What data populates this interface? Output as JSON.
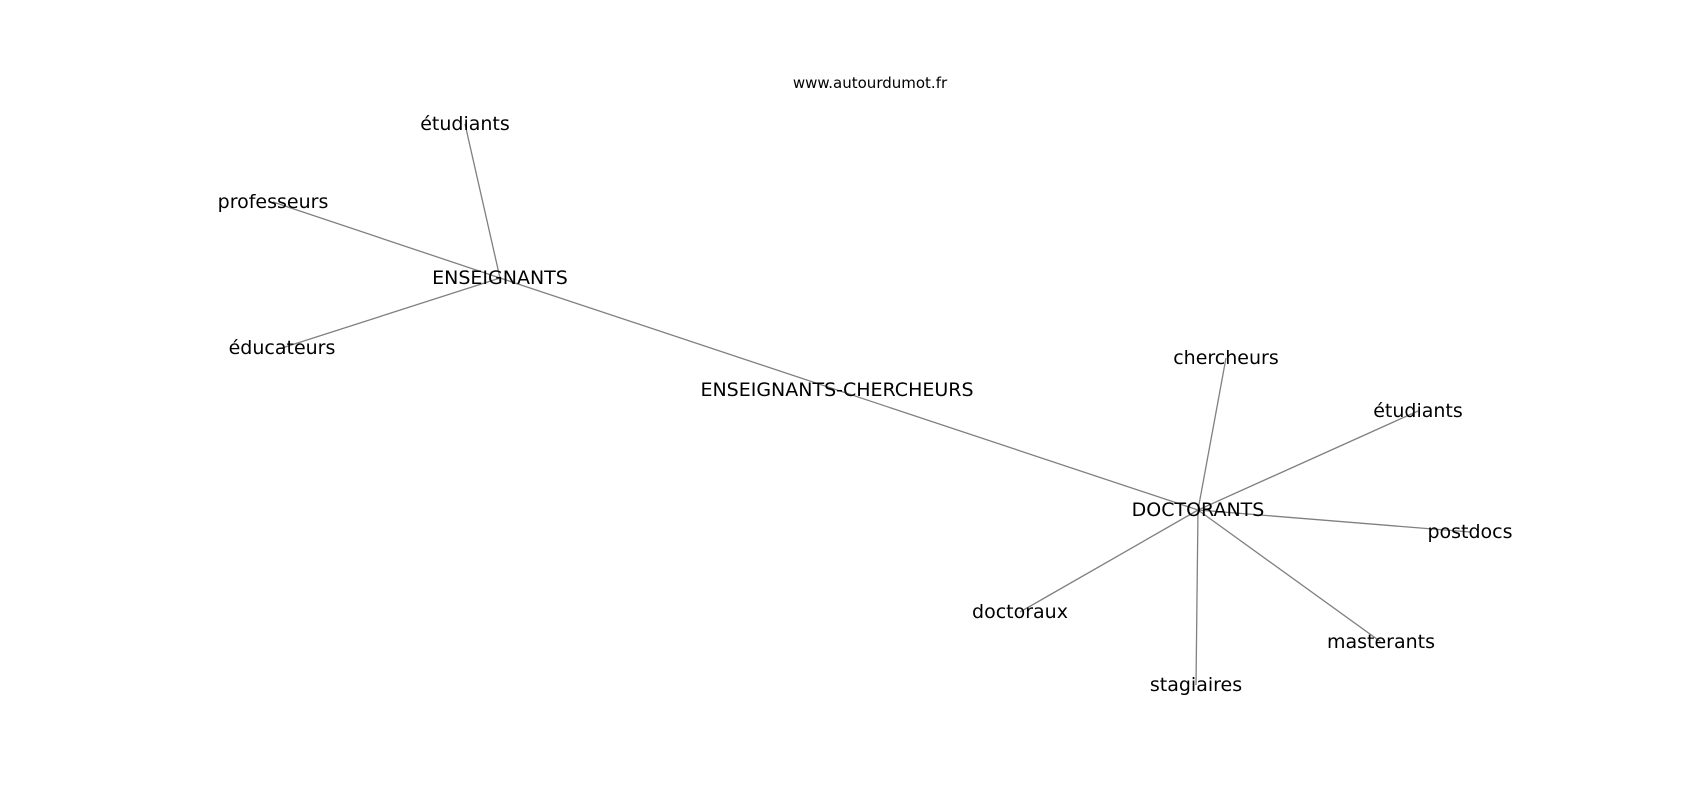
{
  "source": "www.autourdumot.fr",
  "graph": {
    "nodes": [
      {
        "id": "center",
        "label": "ENSEIGNANTS-CHERCHEURS"
      },
      {
        "id": "enseignants",
        "label": "ENSEIGNANTS"
      },
      {
        "id": "doctorants",
        "label": "DOCTORANTS"
      },
      {
        "id": "etudiants-1",
        "label": "étudiants"
      },
      {
        "id": "professeurs",
        "label": "professeurs"
      },
      {
        "id": "educateurs",
        "label": "éducateurs"
      },
      {
        "id": "chercheurs",
        "label": "chercheurs"
      },
      {
        "id": "etudiants-2",
        "label": "étudiants"
      },
      {
        "id": "postdocs",
        "label": "postdocs"
      },
      {
        "id": "doctoraux",
        "label": "doctoraux"
      },
      {
        "id": "stagiaires",
        "label": "stagiaires"
      },
      {
        "id": "masterants",
        "label": "masterants"
      }
    ],
    "edges": [
      [
        "enseignants",
        "doctorants"
      ],
      [
        "enseignants",
        "etudiants-1"
      ],
      [
        "enseignants",
        "professeurs"
      ],
      [
        "enseignants",
        "educateurs"
      ],
      [
        "doctorants",
        "chercheurs"
      ],
      [
        "doctorants",
        "etudiants-2"
      ],
      [
        "doctorants",
        "postdocs"
      ],
      [
        "doctorants",
        "doctoraux"
      ],
      [
        "doctorants",
        "stagiaires"
      ],
      [
        "doctorants",
        "masterants"
      ]
    ]
  }
}
